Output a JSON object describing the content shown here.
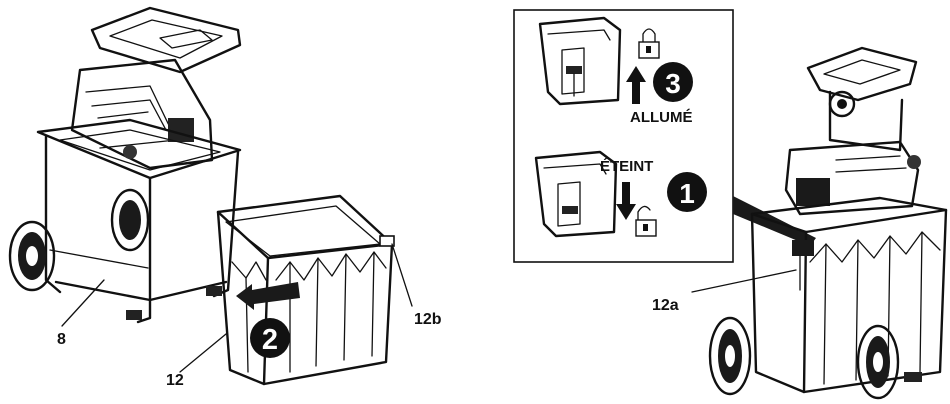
{
  "callouts": {
    "c8": "8",
    "c12": "12",
    "c12b": "12b",
    "c12a": "12a"
  },
  "steps": {
    "step1": "1",
    "step2": "2",
    "step3": "3"
  },
  "inset": {
    "on_label": "ALLUMÉ",
    "off_label": "ÉTEINT"
  },
  "icons": [
    "lock-closed-icon",
    "lock-open-icon",
    "arrow-up-icon",
    "arrow-down-icon",
    "arrow-right-icon"
  ],
  "colors": {
    "line": "#111111",
    "fill": "#ffffff",
    "dark": "#1a1a1a"
  }
}
